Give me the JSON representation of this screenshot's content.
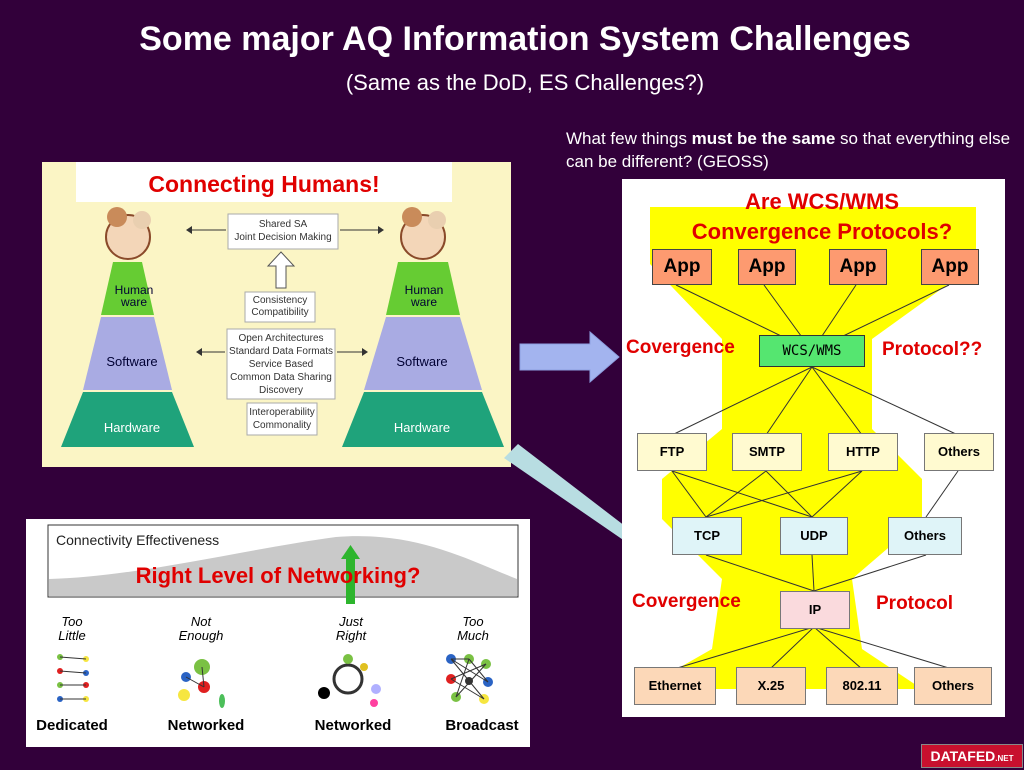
{
  "title": "Some major AQ Information System Challenges",
  "subtitle": "(Same as the DoD, ES Challenges?)",
  "geoss": {
    "prefix": "What few things ",
    "bold": "must be the same",
    "suffix": " so that everything else can be different? (GEOSS)"
  },
  "humans_panel": {
    "label": "Connecting Humans!",
    "pyramid_layers": [
      "Human ware",
      "Software",
      "Hardware"
    ],
    "center_boxes": [
      "Shared SA",
      "Joint Decision Making",
      "Consistency",
      "Compatibility",
      "Open Architectures",
      "Standard Data Formats",
      "Service Based",
      "Common Data Sharing",
      "Discovery",
      "Interoperability",
      "Commonality"
    ]
  },
  "networking_panel": {
    "chart_title": "Connectivity Effectiveness",
    "overlay_label": "Right Level of Networking?",
    "levels": [
      "Too Little",
      "Not Enough",
      "Just Right",
      "Too Much"
    ],
    "kinds": [
      "Dedicated",
      "Networked",
      "Networked",
      "Broadcast"
    ]
  },
  "protocol_panel": {
    "heading_line1": "Are WCS/WMS",
    "heading_line2": "Convergence Protocols?",
    "apps": [
      "App",
      "App",
      "App",
      "App"
    ],
    "convergence_left": "Covergence",
    "convergence_right": "Protocol??",
    "wcs_wms": "WCS/WMS",
    "app_protocols": [
      "FTP",
      "SMTP",
      "HTTP",
      "Others"
    ],
    "transport": [
      "TCP",
      "UDP",
      "Others"
    ],
    "convergence2_left": "Covergence",
    "convergence2_right": "Protocol",
    "ip": "IP",
    "links": [
      "Ethernet",
      "X.25",
      "802.11",
      "Others"
    ]
  },
  "logo": {
    "main": "DATAFED",
    "suffix": ".NET"
  },
  "colors": {
    "background": "#32003a",
    "accent_red": "#e00000",
    "hourglass_yellow": "#ffff00"
  }
}
